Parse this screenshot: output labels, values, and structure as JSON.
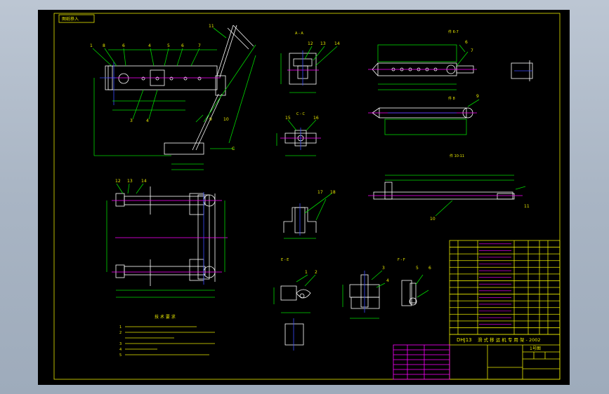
{
  "sheet": {
    "stamp": "图纸移入",
    "colors": {
      "frame": "#e8e800",
      "part": "#ffffff",
      "dim": "#00d800",
      "center": "#e00000",
      "hidden": "#ff00ff",
      "axis": "#3a4dff",
      "canvas": "#000000"
    }
  },
  "views": {
    "main_view_balloons": [
      "1",
      "8",
      "6",
      "4",
      "5",
      "6",
      "7",
      "11"
    ],
    "main_view_lower_labels": [
      "3",
      "4",
      "9",
      "10",
      "C"
    ],
    "section_a": {
      "title": "A - A",
      "balloons": [
        "12",
        "13",
        "14"
      ]
    },
    "section_c": {
      "title": "C - C",
      "balloons": [
        "15",
        "16"
      ]
    },
    "section_d": {
      "balloons": [
        "17",
        "18"
      ]
    },
    "section_e": {
      "title": "E - E",
      "balloons": [
        "1",
        "2"
      ]
    },
    "section_f": {
      "title": "F - F",
      "balloons": [
        "3",
        "4",
        "5",
        "6"
      ]
    },
    "detail_1": {
      "title": "件 6-7",
      "balloons": [
        "6",
        "7"
      ]
    },
    "detail_2": {
      "title": "件 8",
      "balloons": [
        "9"
      ]
    },
    "detail_3": {
      "title": "件 10-11",
      "balloons": [
        "10",
        "11"
      ]
    },
    "plan_view_balloons": [
      "12",
      "13",
      "14"
    ],
    "tech_title": "技 术 要 求",
    "tech_notes": [
      "1",
      "2",
      "3",
      "4",
      "5"
    ]
  },
  "title_block": {
    "title": "DHJ13",
    "subtitle": "滑 式 移 运 机 专 用 架 - 2002",
    "code": "1号图",
    "part_rows": 13
  }
}
